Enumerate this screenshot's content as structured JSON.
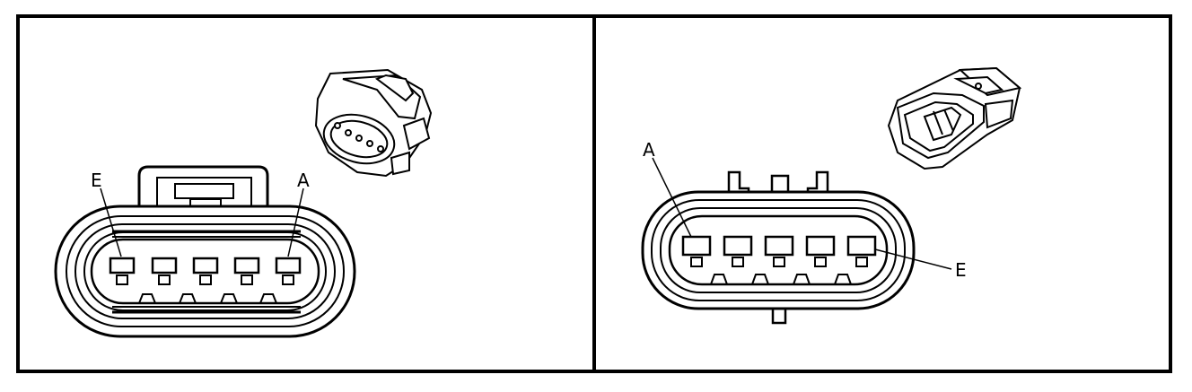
{
  "colors": {
    "stroke": "#000000",
    "background": "#ffffff"
  },
  "left_panel": {
    "pin_label_left": "E",
    "pin_label_right": "A",
    "cavity_count": 5
  },
  "right_panel": {
    "pin_label_left": "A",
    "pin_label_right": "E",
    "cavity_count": 5
  }
}
